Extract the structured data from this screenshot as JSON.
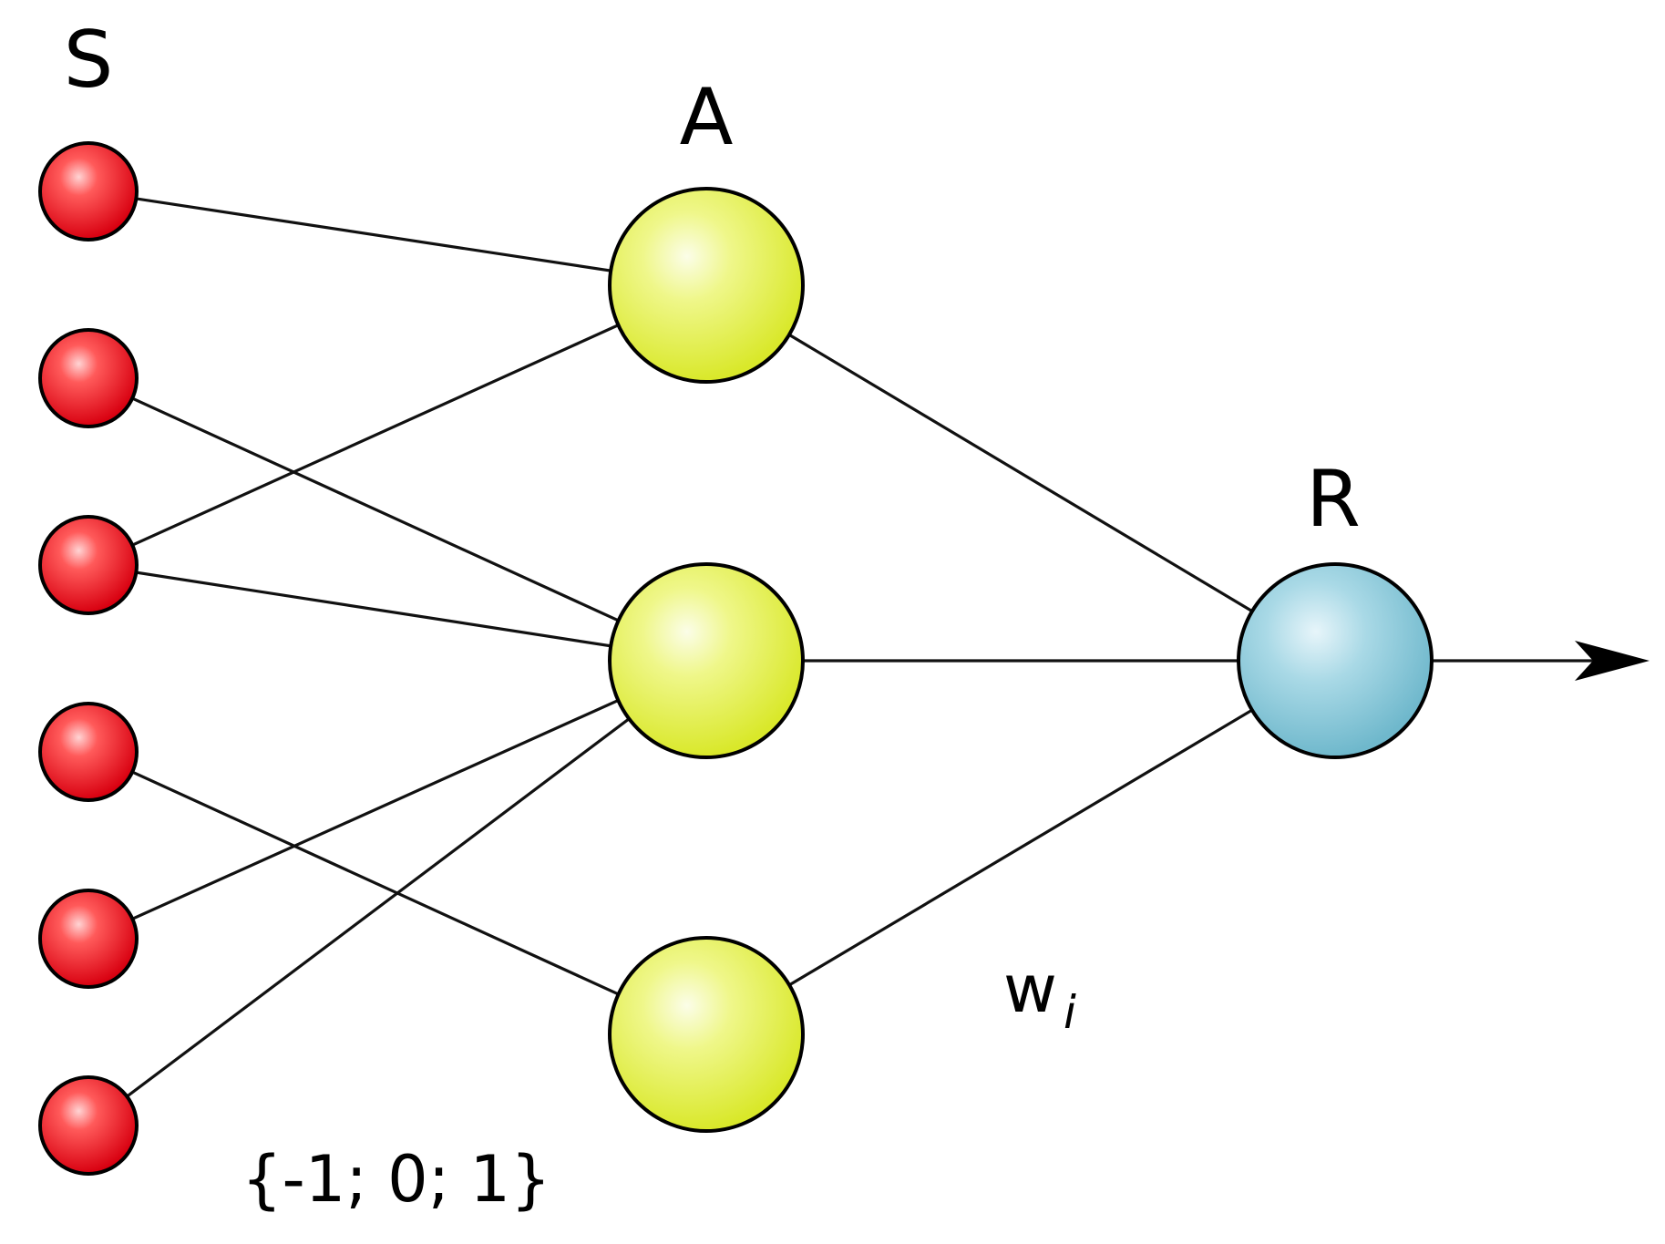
{
  "labels": {
    "sensor_layer": "S",
    "association_layer": "A",
    "response_layer": "R",
    "weight_main": "w",
    "weight_sub": "i",
    "sa_values": "{-1; 0; 1}"
  },
  "colors": {
    "sensor": "#e8101a",
    "association": "#e6f23a",
    "response": "#8ccbdc",
    "edge": "#111111"
  },
  "layers": {
    "S": 6,
    "A": 3,
    "R": 1
  },
  "connections": {
    "S_to_A": [
      [
        0,
        0
      ],
      [
        1,
        1
      ],
      [
        2,
        0
      ],
      [
        2,
        1
      ],
      [
        3,
        2
      ],
      [
        4,
        1
      ],
      [
        5,
        1
      ]
    ],
    "A_to_R": [
      [
        0,
        0
      ],
      [
        1,
        0
      ],
      [
        2,
        0
      ]
    ]
  },
  "output_arrow": true
}
